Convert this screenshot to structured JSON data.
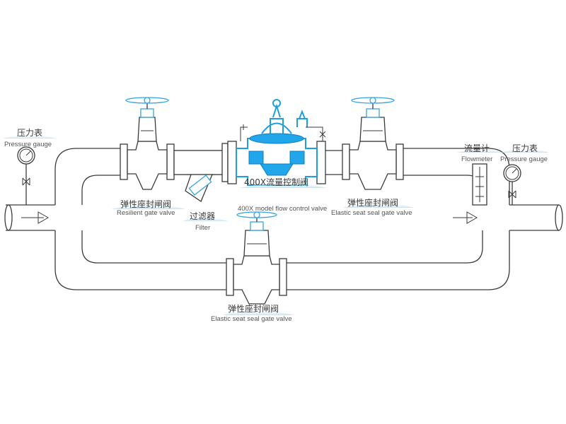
{
  "colors": {
    "line": "#3a3a3a",
    "accent": "#1e9fe0",
    "label_bg": "#cfe9f8"
  },
  "labels": {
    "pressure_gauge_left": {
      "cn": "压力表",
      "en": "Pressure gauge"
    },
    "resilient_gate_valve": {
      "cn": "弹性座封闸阀",
      "en": "Resilient  gate valve"
    },
    "filter": {
      "cn": "过滤器",
      "en": "Filter"
    },
    "flow_control_valve": {
      "cn": "400X流量控制阀",
      "en": "400X model flow control valve"
    },
    "elastic_gate_valve_right": {
      "cn": "弹性座封闸阀",
      "en": "Elastic seat seal gate valve"
    },
    "flowmeter": {
      "cn": "流量计",
      "en": "Flowmeter"
    },
    "pressure_gauge_right": {
      "cn": "压力表",
      "en": "Pressure gauge"
    },
    "elastic_gate_valve_bottom": {
      "cn": "弹性座封闸阀",
      "en": "Elastic seat seal gate valve"
    }
  }
}
